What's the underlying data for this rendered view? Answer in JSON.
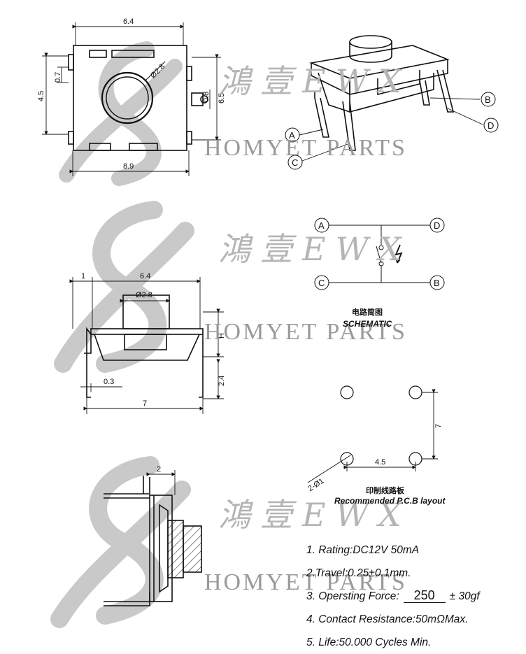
{
  "watermark": {
    "brand_en": "HOMYET PARTS",
    "brand_cn": "鴻壹EWX"
  },
  "top_view": {
    "dim_width": "6.4",
    "dim_diameter": "Ø2.8",
    "dim_height_left": "4.5",
    "dim_small_left": "0.7",
    "dim_height_right": "6.5",
    "dim_small_right": "0.8",
    "dim_total_width": "8.9"
  },
  "iso_view": {
    "labels": [
      "A",
      "B",
      "C",
      "D"
    ]
  },
  "side_view": {
    "dim_top_offset": "1",
    "dim_width": "6.4",
    "dim_diameter": "Ø2.8",
    "dim_h": "H",
    "dim_base_height": "2.4",
    "dim_pin": "0.3",
    "dim_total": "7"
  },
  "end_view": {
    "dim_width": "2"
  },
  "schematic": {
    "caption_cn": "电路简图",
    "caption_en": "SCHEMATIC",
    "terminals": [
      "A",
      "D",
      "C",
      "B"
    ]
  },
  "pcb_layout": {
    "dim_vertical": "7",
    "dim_horizontal": "4.5",
    "dim_hole": "2-Ø1",
    "caption_cn": "印制线路板",
    "caption_en": "Recommended P.C.B layout"
  },
  "specs": {
    "rating": "1. Rating:DC12V  50mA",
    "travel": "2.Travel:0.25±0.1mm.",
    "force_label": "3. Opersting Force:",
    "force_value": "250",
    "force_tolerance": "± 30gf",
    "resistance": "4. Contact Resistance:50mΩMax.",
    "life": "5. Life:50.000 Cycles Min."
  }
}
